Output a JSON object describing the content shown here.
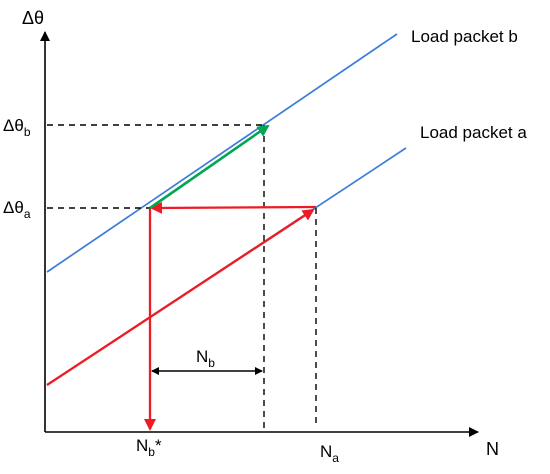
{
  "axes": {
    "y_title": "Δθ",
    "x_title": "N"
  },
  "y_ticks": [
    {
      "main": "Δθ",
      "sub": "b"
    },
    {
      "main": "Δθ",
      "sub": "a"
    }
  ],
  "x_ticks": [
    {
      "main": "N",
      "sub": "b",
      "suffix": "*"
    },
    {
      "main": "N",
      "sub": "a",
      "suffix": ""
    }
  ],
  "interval_label": {
    "main": "N",
    "sub": "b"
  },
  "lines": [
    {
      "label": "Load packet b",
      "color": "#3C7DD9"
    },
    {
      "label": "Load packet a",
      "color": "#3C7DD9"
    }
  ],
  "arrow_colors": {
    "red": "#EE1B24",
    "green": "#00A651",
    "black": "#000000"
  }
}
